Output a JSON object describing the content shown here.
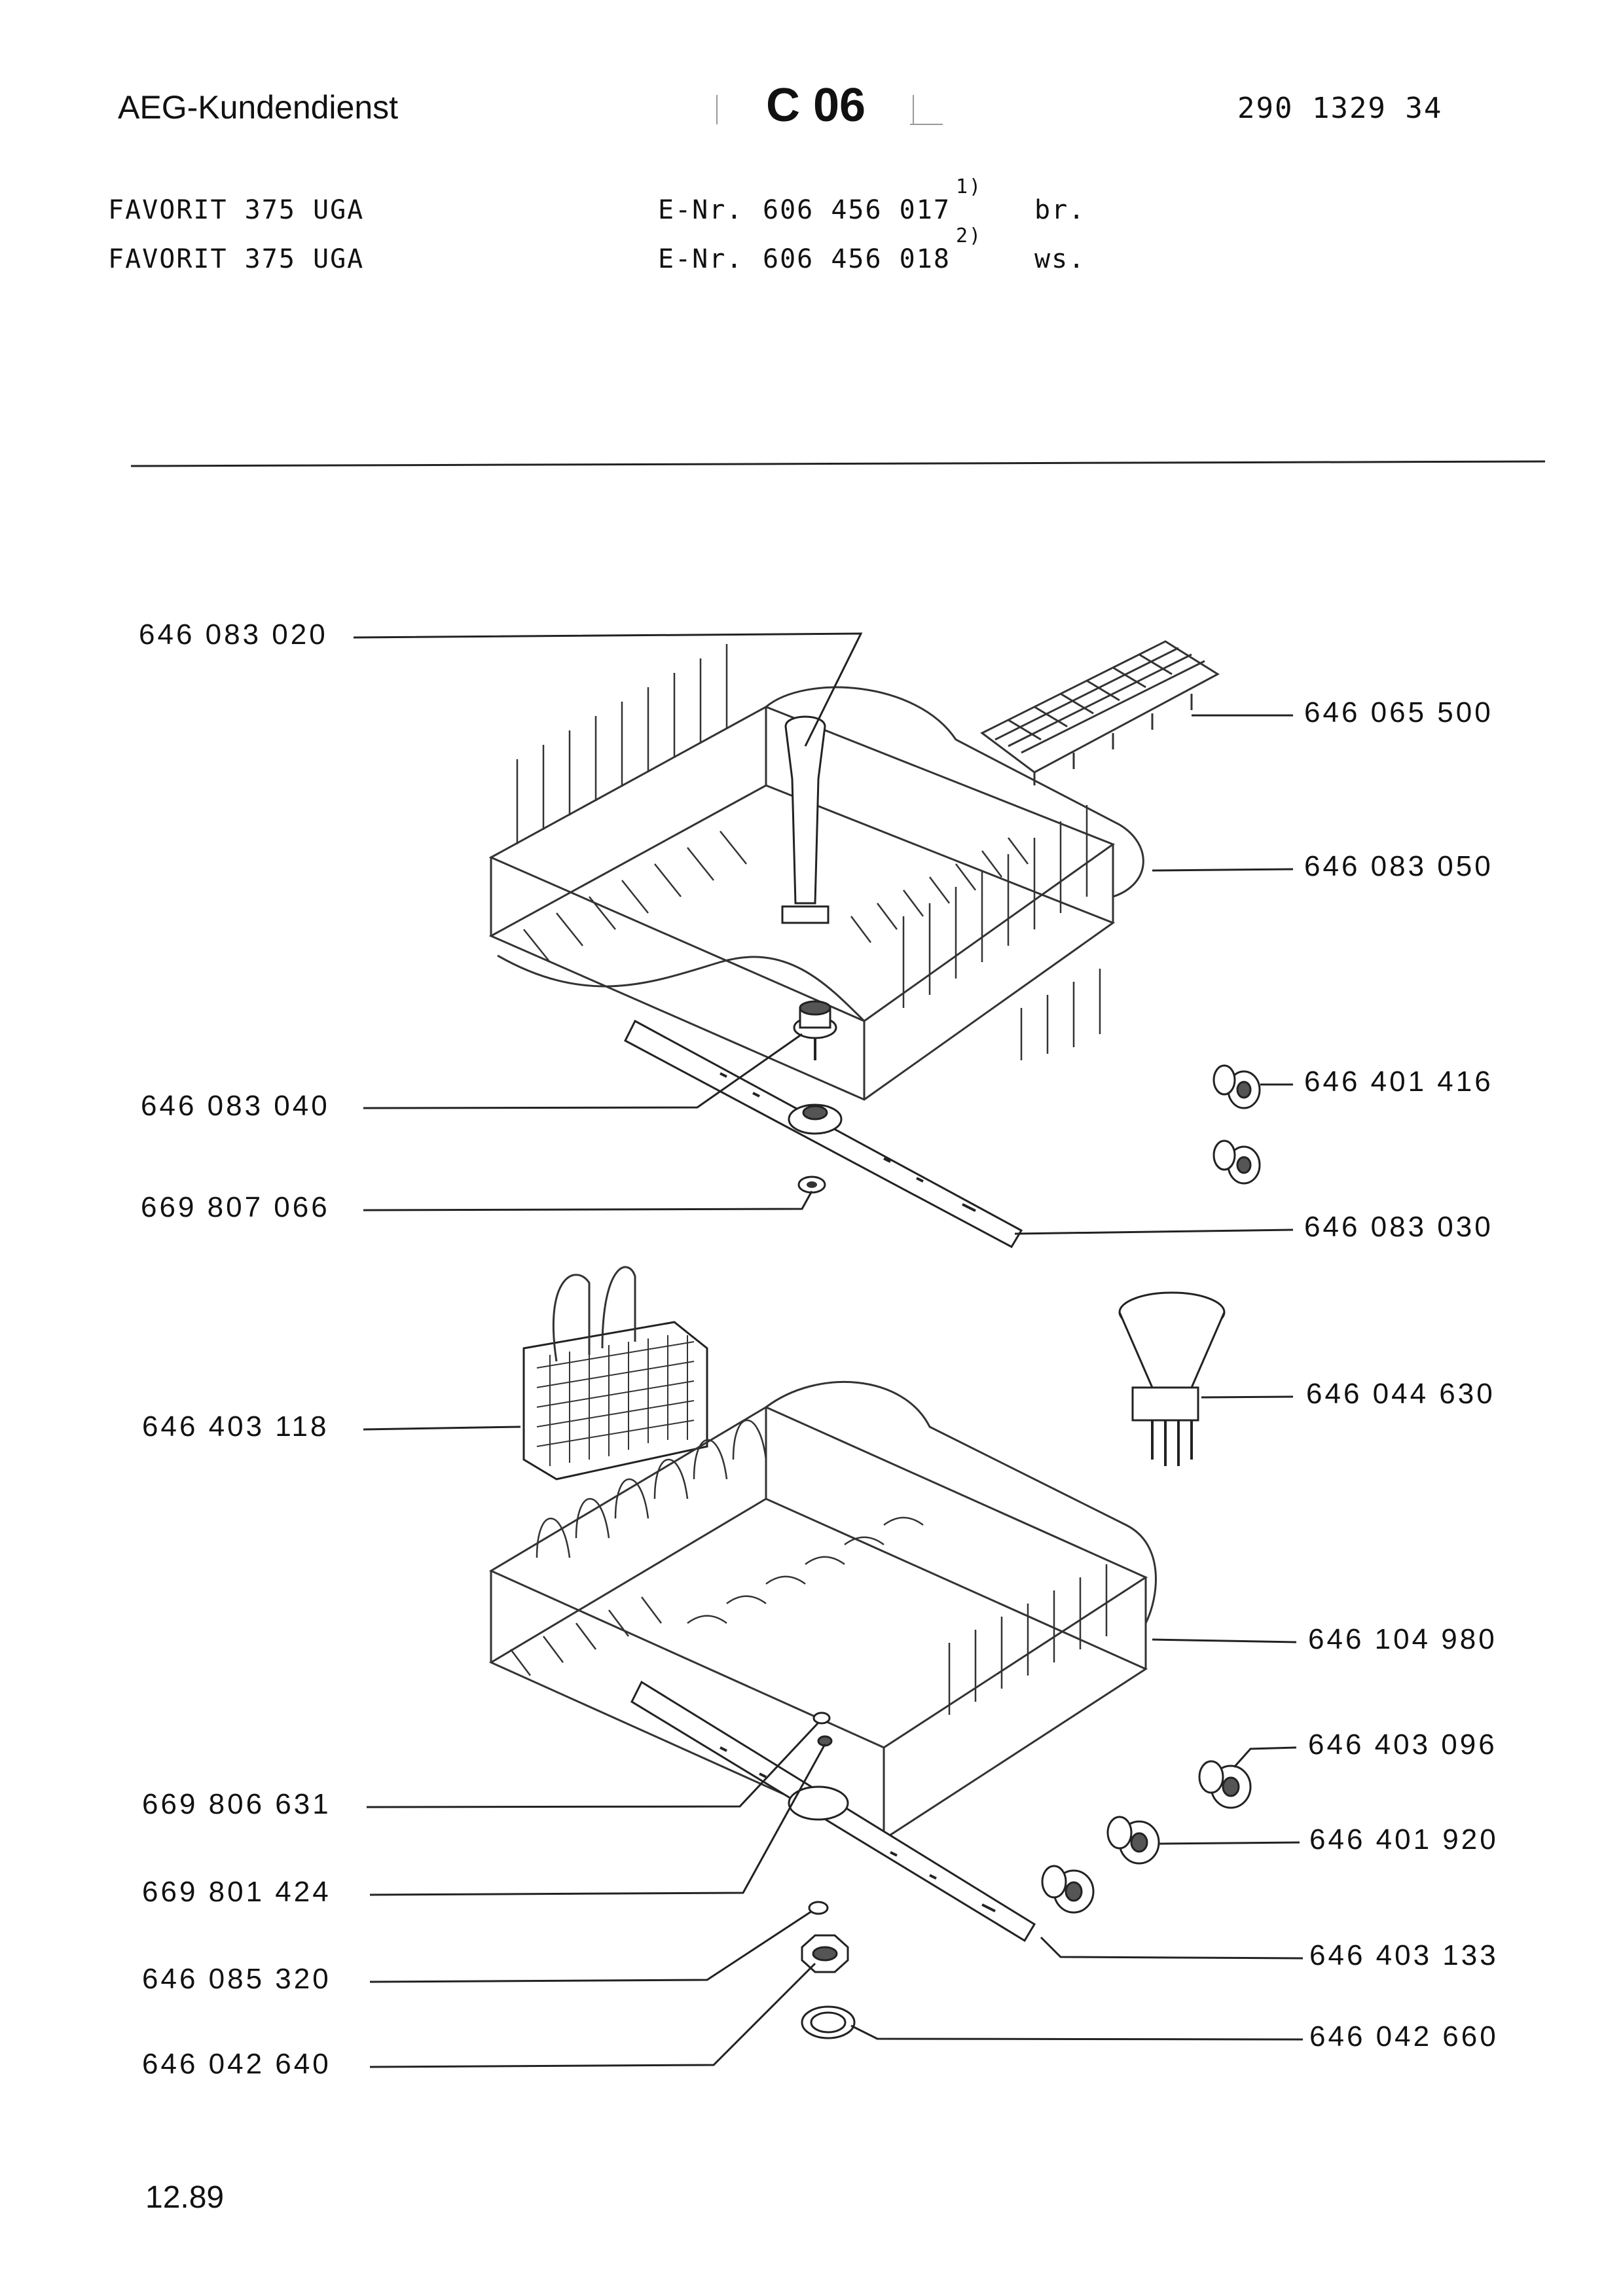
{
  "header": {
    "service": "AEG-Kundendienst",
    "code": "C 06",
    "docnum": "290 1329 34"
  },
  "models": [
    {
      "name": "FAVORIT  375  UGA",
      "enr_label": "E-Nr.",
      "enr": "606 456 017",
      "note": "1)",
      "color": "br."
    },
    {
      "name": "FAVORIT  375  UGA",
      "enr_label": "E-Nr.",
      "enr": "606 456 018",
      "note": "2)",
      "color": "ws."
    }
  ],
  "parts_left": [
    "646 083 020",
    "646 083 040",
    "669 807 066",
    "646 403 118",
    "669 806 631",
    "669 801 424",
    "646 085 320",
    "646 042 640"
  ],
  "parts_right": [
    "646 065 500",
    "646 083 050",
    "646 401 416",
    "646 083 030",
    "646 044 630",
    "646 104 980",
    "646 403 096",
    "646 401 920",
    "646 403 133",
    "646 042 660"
  ],
  "footer": {
    "date": "12.89"
  }
}
